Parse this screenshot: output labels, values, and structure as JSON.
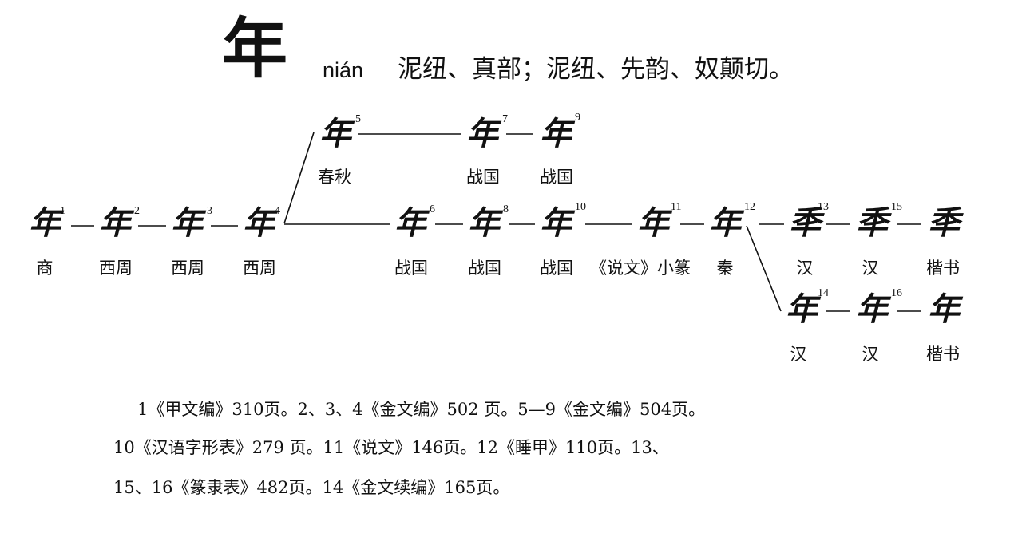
{
  "header": {
    "character": "年",
    "pinyin": "nián",
    "phonology": "泥纽、真部；泥纽、先韵、奴颠切。"
  },
  "nodes": [
    {
      "id": "1",
      "glyph": "年",
      "label": "商"
    },
    {
      "id": "2",
      "glyph": "年",
      "label": "西周"
    },
    {
      "id": "3",
      "glyph": "年",
      "label": "西周"
    },
    {
      "id": "4",
      "glyph": "年",
      "label": "西周"
    },
    {
      "id": "5",
      "glyph": "年",
      "label": "春秋"
    },
    {
      "id": "6",
      "glyph": "年",
      "label": "战国"
    },
    {
      "id": "7",
      "glyph": "年",
      "label": "战国"
    },
    {
      "id": "8",
      "glyph": "年",
      "label": "战国"
    },
    {
      "id": "9",
      "glyph": "年",
      "label": "战国"
    },
    {
      "id": "10",
      "glyph": "年",
      "label": "战国"
    },
    {
      "id": "11",
      "glyph": "年",
      "label": "《说文》小篆"
    },
    {
      "id": "12",
      "glyph": "年",
      "label": "秦"
    },
    {
      "id": "13",
      "glyph": "秊",
      "label": "汉"
    },
    {
      "id": "14",
      "glyph": "年",
      "label": "汉"
    },
    {
      "id": "15",
      "glyph": "秊",
      "label": "汉"
    },
    {
      "id": "16",
      "glyph": "年",
      "label": "汉"
    },
    {
      "id": "",
      "glyph": "秊",
      "label": "楷书"
    },
    {
      "id": "",
      "glyph": "年",
      "label": "楷书"
    }
  ],
  "sources": [
    "1《甲文编》310页。2、3、4《金文编》502 页。5—9《金文编》504页。",
    "10《汉语字形表》279 页。11《说文》146页。12《睡甲》110页。13、",
    "15、16《篆隶表》482页。14《金文续编》165页。"
  ]
}
